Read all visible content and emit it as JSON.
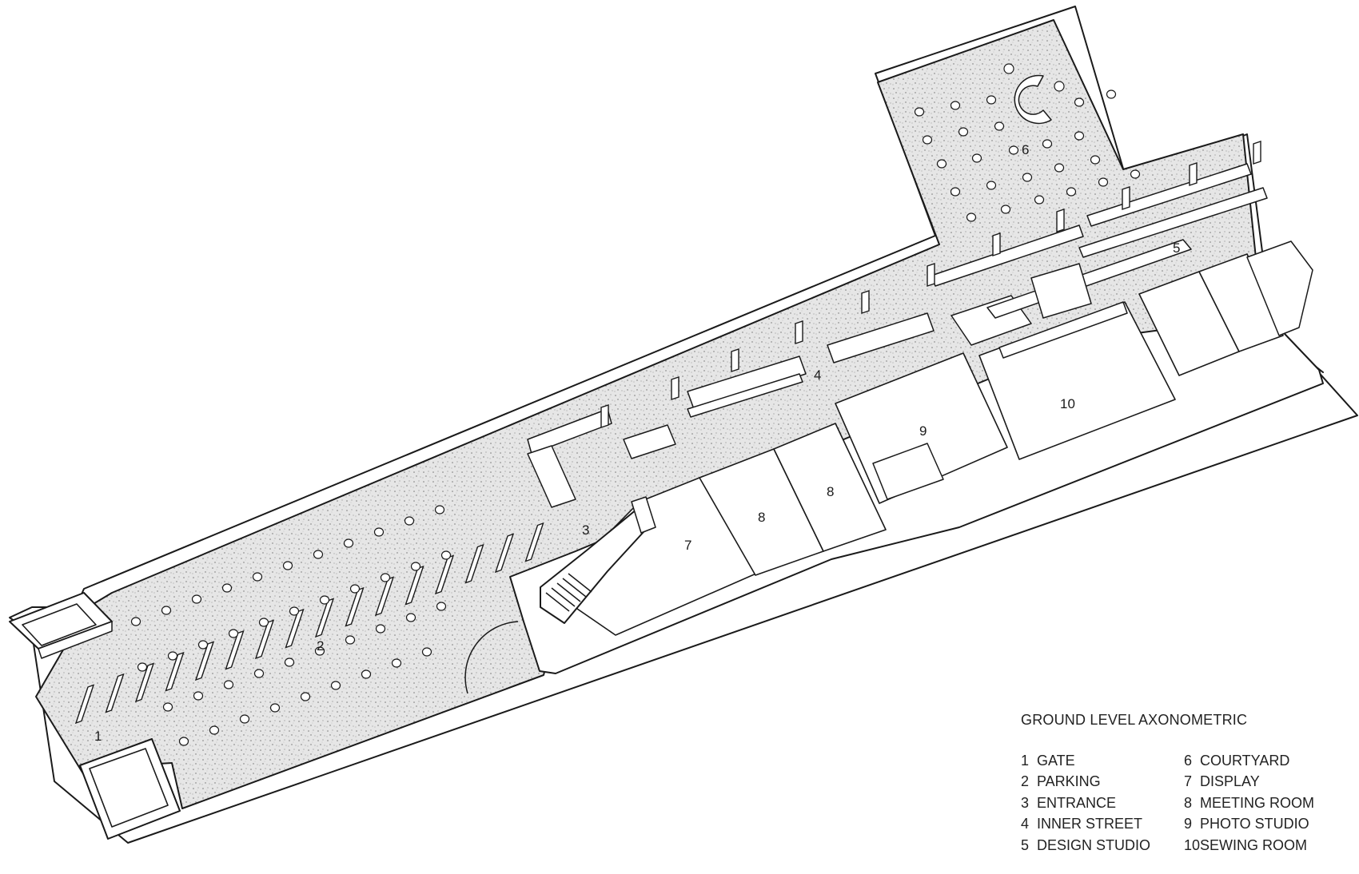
{
  "labels": {
    "gate": "1",
    "parking": "2",
    "entrance": "3",
    "inner_street": "4",
    "design_studio": "5",
    "courtyard": "6",
    "display": "7",
    "meeting_room_a": "8",
    "meeting_room_b": "8",
    "photo_studio": "9",
    "sewing_room": "10"
  },
  "legend": {
    "title": "GROUND LEVEL AXONOMETRIC",
    "left": [
      {
        "num": "1",
        "name": "GATE"
      },
      {
        "num": "2",
        "name": "PARKING"
      },
      {
        "num": "3",
        "name": "ENTRANCE"
      },
      {
        "num": "4",
        "name": "INNER STREET"
      },
      {
        "num": "5",
        "name": "DESIGN STUDIO"
      }
    ],
    "right": [
      {
        "num": "6",
        "name": "COURTYARD"
      },
      {
        "num": "7",
        "name": "DISPLAY"
      },
      {
        "num": "8",
        "name": "MEETING ROOM"
      },
      {
        "num": "9",
        "name": "PHOTO STUDIO"
      },
      {
        "num": "10",
        "name": "SEWING ROOM"
      }
    ]
  },
  "colors": {
    "ink": "#1a1a1a",
    "paper": "#ffffff",
    "ground_texture": "#d9d9d9"
  }
}
